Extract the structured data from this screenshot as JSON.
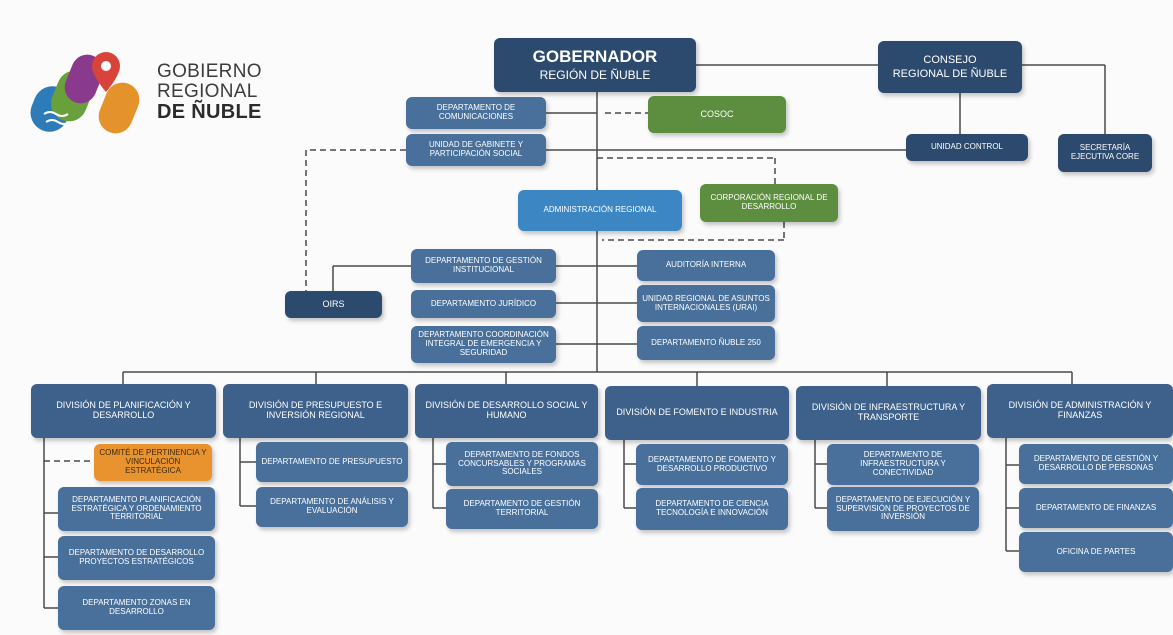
{
  "logo": {
    "line1": "GOBIERNO",
    "line2": "REGIONAL",
    "line3": "DE ÑUBLE"
  },
  "top": {
    "gobernador_title": "GOBERNADOR",
    "gobernador_sub": "REGIÓN DE ÑUBLE",
    "consejo_line1": "CONSEJO",
    "consejo_line2": "REGIONAL DE ÑUBLE",
    "unidad_control": "UNIDAD CONTROL",
    "secretaria": "SECRETARÍA EJECUTIVA CORE"
  },
  "staff": {
    "comunicaciones": "DEPARTAMENTO DE COMUNICACIONES",
    "gabinete": "UNIDAD DE GABINETE Y PARTICIPACIÓN SOCIAL",
    "cosoc": "COSOC",
    "administracion": "ADMINISTRACIÓN REGIONAL",
    "corporacion": "CORPORACIÓN REGIONAL DE DESARROLLO",
    "gestion_institucional": "DEPARTAMENTO DE GESTIÓN INSTITUCIONAL",
    "juridico": "DEPARTAMENTO JURÍDICO",
    "coordinacion": "DEPARTAMENTO COORDINACIÓN INTEGRAL DE EMERGENCIA Y SEGURIDAD",
    "auditoria": "AUDITORÍA INTERNA",
    "urai": "UNIDAD REGIONAL DE ASUNTOS INTERNACIONALES (URAI)",
    "nuble250": "DEPARTAMENTO ÑUBLE 250",
    "oirs": "OIRS"
  },
  "divisions": {
    "planificacion": {
      "title": "DIVISIÓN DE PLANIFICACIÓN Y DESARROLLO",
      "comite": "COMITÉ DE PERTINENCIA Y VINCULACIÓN ESTRATÉGICA",
      "d1": "DEPARTAMENTO PLANIFICACIÓN ESTRATÉGICA Y ORDENAMIENTO TERRITORIAL",
      "d2": "DEPARTAMENTO DE DESARROLLO PROYECTOS ESTRATÉGICOS",
      "d3": "DEPARTAMENTO ZONAS EN DESARROLLO"
    },
    "presupuesto": {
      "title": "DIVISIÓN DE PRESUPUESTO E INVERSIÓN REGIONAL",
      "d1": "DEPARTAMENTO DE PRESUPUESTO",
      "d2": "DEPARTAMENTO DE ANÁLISIS Y EVALUACIÓN"
    },
    "social": {
      "title": "DIVISIÓN DE DESARROLLO SOCIAL Y HUMANO",
      "d1": "DEPARTAMENTO DE FONDOS CONCURSABLES Y PROGRAMAS SOCIALES",
      "d2": "DEPARTAMENTO DE GESTIÓN TERRITORIAL"
    },
    "fomento": {
      "title": "DIVISIÓN DE FOMENTO E INDUSTRIA",
      "d1": "DEPARTAMENTO DE FOMENTO Y DESARROLLO PRODUCTIVO",
      "d2": "DEPARTAMENTO DE CIENCIA TECNOLOGÍA E INNOVACIÓN"
    },
    "infraestructura": {
      "title": "DIVISIÓN DE INFRAESTRUCTURA Y TRANSPORTE",
      "d1": "DEPARTAMENTO DE INFRAESTRUCTURA Y CONECTIVIDAD",
      "d2": "DEPARTAMENTO DE EJECUCIÓN Y SUPERVISIÓN DE PROYECTOS DE INVERSIÓN"
    },
    "administracion": {
      "title": "DIVISIÓN DE ADMINISTRACIÓN Y FINANZAS",
      "d1": "DEPARTAMENTO DE GESTIÓN Y DESARROLLO DE PERSONAS",
      "d2": "DEPARTAMENTO DE FINANZAS",
      "d3": "OFICINA DE PARTES"
    }
  },
  "colors": {
    "navy": "#2c4a6e",
    "department": "#48709b",
    "administracion": "#3d86c4",
    "green": "#5d8d3f",
    "orange": "#e8932e",
    "lines": "#444444"
  }
}
